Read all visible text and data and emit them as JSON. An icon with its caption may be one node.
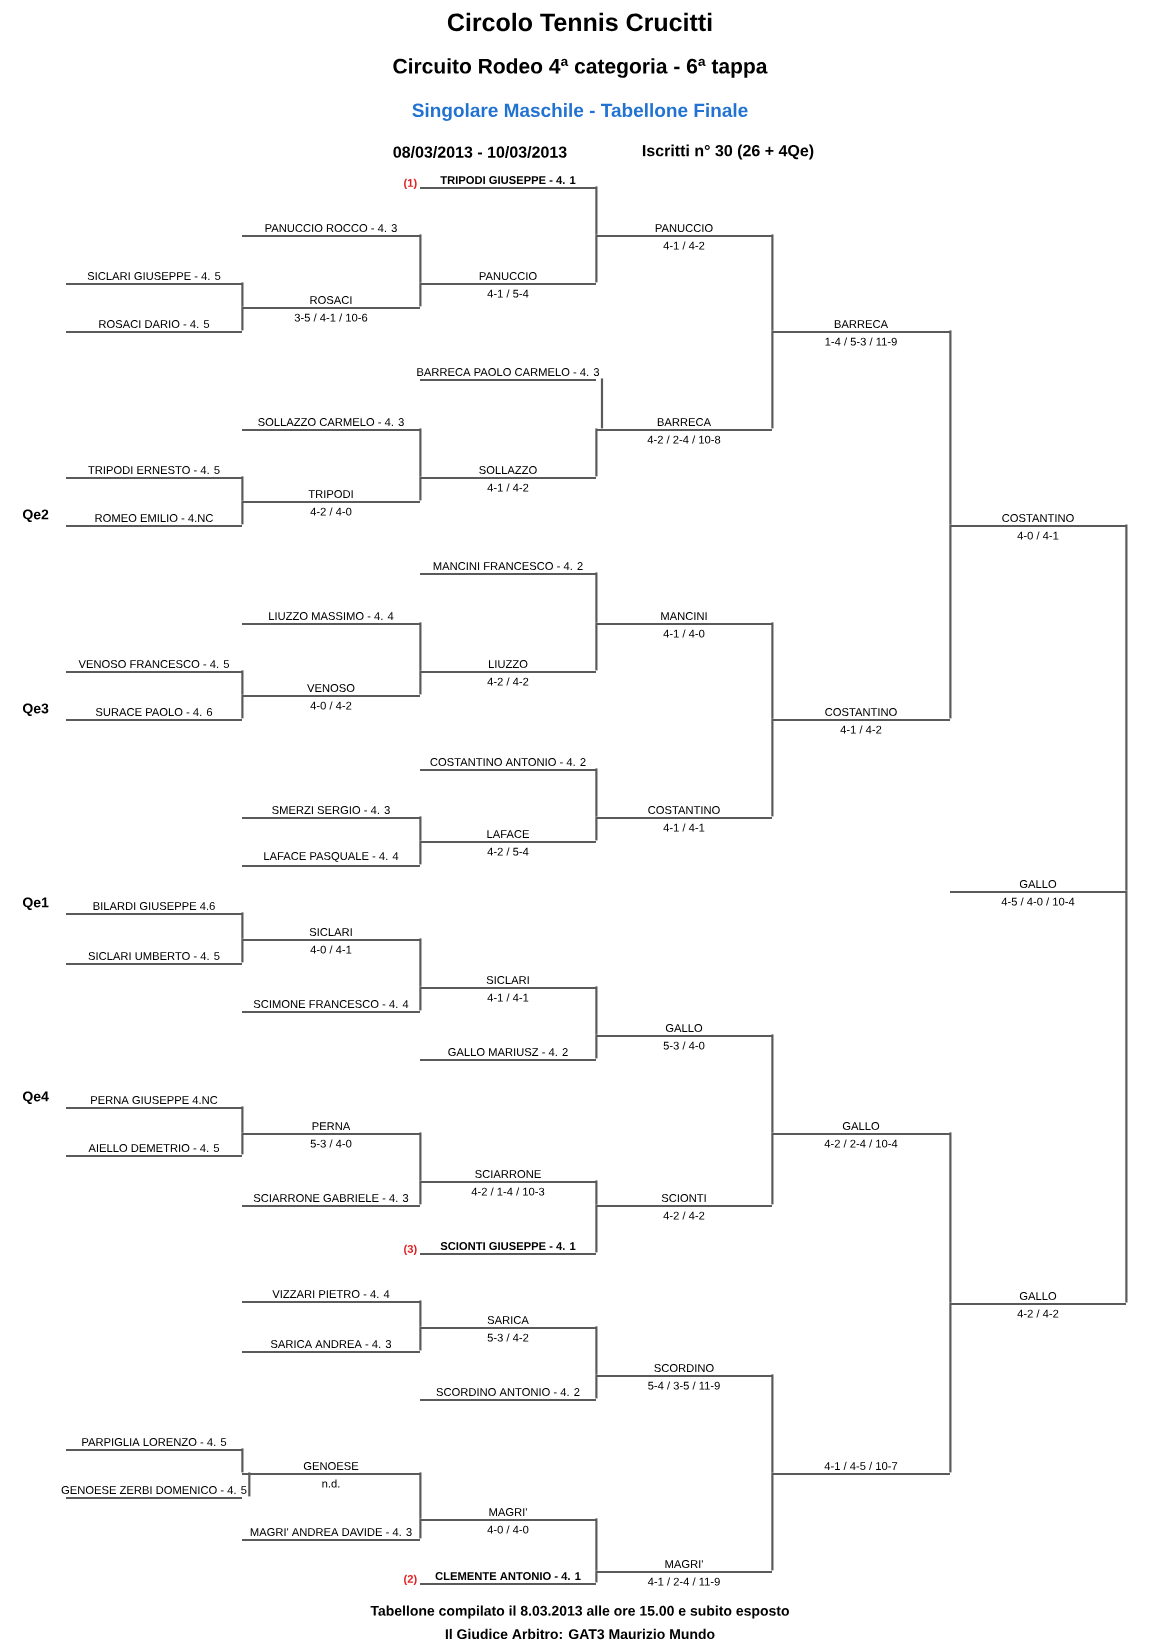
{
  "diagram": {
    "title": "Circolo Tennis Crucitti",
    "nodes": [
      {
        "text": [
          "TRIPODI GIUSEPPE - 4. 1"
        ],
        "beside": [
          "(1)"
        ]
      },
      {
        "text": [
          "PANUCCIO ROCCO - 4. 3"
        ]
      },
      {
        "text": [
          "PANUCCIO",
          "4-1 / 4-2"
        ]
      },
      {
        "text": [
          "SICLARI GIUSEPPE - 4. 5"
        ]
      },
      {
        "text": [
          "PANUCCIO",
          "4-1 / 5-4"
        ]
      },
      {
        "text": [
          "ROSACI",
          "3-5 / 4-1 / 10-6"
        ]
      },
      {
        "text": [
          "ROSACI DARIO - 4. 5"
        ]
      },
      {
        "text": [
          "BARRECA",
          "1-4 / 5-3 / 11-9"
        ]
      },
      {
        "text": [
          "BARRECA PAOLO CARMELO - 4. 3"
        ]
      },
      {
        "text": [
          "SOLLAZZO CARMELO - 4. 3"
        ]
      },
      {
        "text": [
          "BARRECA",
          "4-2 / 2-4 / 10-8"
        ]
      },
      {
        "text": [
          "TRIPODI ERNESTO - 4. 5"
        ]
      },
      {
        "text": [
          "SOLLAZZO",
          "4-1 / 4-2"
        ]
      },
      {
        "text": [
          "TRIPODI",
          "4-2 / 4-0"
        ]
      },
      {
        "text": [
          "ROMEO EMILIO - 4.NC"
        ],
        "beside": [
          "Qe2"
        ]
      },
      {
        "text": [
          "COSTANTINO",
          "4-0 / 4-1"
        ]
      },
      {
        "text": [
          "MANCINI FRANCESCO - 4. 2"
        ]
      },
      {
        "text": [
          "LIUZZO MASSIMO - 4. 4"
        ]
      },
      {
        "text": [
          "MANCINI",
          "4-1 / 4-0"
        ]
      },
      {
        "text": [
          "VENOSO FRANCESCO - 4. 5"
        ]
      },
      {
        "text": [
          "LIUZZO",
          "4-2 / 4-2"
        ]
      },
      {
        "text": [
          "VENOSO",
          "4-0 / 4-2"
        ]
      },
      {
        "text": [
          "SURACE PAOLO - 4. 6"
        ],
        "beside": [
          "Qe3"
        ]
      },
      {
        "text": [
          "COSTANTINO",
          "4-1 / 4-2"
        ]
      },
      {
        "text": [
          "COSTANTINO ANTONIO - 4. 2"
        ]
      },
      {
        "text": [
          "SMERZI SERGIO - 4. 3"
        ]
      },
      {
        "text": [
          "COSTANTINO",
          "4-1 / 4-1"
        ]
      },
      {
        "text": [
          "LAFACE",
          "4-2 / 5-4"
        ]
      },
      {
        "text": [
          "LAFACE PASQUALE - 4. 4"
        ]
      },
      {
        "text": [
          "GALLO",
          "4-5 / 4-0 / 10-4"
        ]
      },
      {
        "text": [
          "BILARDI GIUSEPPE 4.6"
        ],
        "beside": [
          "Qe1"
        ]
      },
      {
        "text": [
          "SICLARI",
          "4-0 / 4-1"
        ]
      },
      {
        "text": [
          "SICLARI UMBERTO - 4. 5"
        ]
      },
      {
        "text": [
          "SICLARI",
          "4-1 / 4-1"
        ]
      },
      {
        "text": [
          "SCIMONE FRANCESCO - 4. 4"
        ]
      },
      {
        "text": [
          "GALLO",
          "5-3 / 4-0"
        ]
      },
      {
        "text": [
          "GALLO MARIUSZ - 4. 2"
        ]
      },
      {
        "text": [
          "PERNA GIUSEPPE 4.NC"
        ],
        "beside": [
          "Qe4"
        ]
      },
      {
        "text": [
          "PERNA",
          "5-3 / 4-0"
        ]
      },
      {
        "text": [
          "GALLO",
          "4-2 / 2-4 / 10-4"
        ]
      },
      {
        "text": [
          "AIELLO DEMETRIO - 4. 5"
        ]
      },
      {
        "text": [
          "SCIARRONE",
          "4-2 / 1-4 / 10-3"
        ]
      },
      {
        "text": [
          "SCIARRONE GABRIELE - 4. 3"
        ]
      },
      {
        "text": [
          "SCIONTI",
          "4-2 / 4-2"
        ]
      },
      {
        "text": [
          "SCIONTI GIUSEPPE - 4. 1"
        ],
        "beside": [
          "(3)"
        ]
      },
      {
        "text": [
          "VIZZARI PIETRO - 4. 4"
        ]
      },
      {
        "text": [
          "GALLO",
          "4-2 / 4-2"
        ]
      },
      {
        "text": [
          "SARICA",
          "5-3 / 4-2"
        ]
      },
      {
        "text": [
          "SARICA ANDREA - 4. 3"
        ]
      },
      {
        "text": [
          "SCORDINO",
          "5-4 / 3-5 / 11-9"
        ]
      },
      {
        "text": [
          "SCORDINO ANTONIO - 4. 2"
        ]
      },
      {
        "text": [
          "PARPIGLIA LORENZO - 4. 5"
        ]
      },
      {
        "text": [
          "GENOESE",
          "n.d."
        ]
      },
      {
        "text": [
          "4-1 / 4-5 / 10-7"
        ]
      },
      {
        "text": [
          "GENOESE ZERBI DOMENICO - 4. 5"
        ]
      },
      {
        "text": [
          "MAGRI'",
          "4-0 / 4-0"
        ]
      },
      {
        "text": [
          "MAGRI' ANDREA DAVIDE - 4. 3"
        ]
      },
      {
        "text": [
          "MAGRI'",
          "4-1 / 2-4 / 11-9"
        ]
      },
      {
        "text": [
          "CLEMENTE ANTONIO - 4. 1"
        ],
        "beside": [
          "(2)"
        ]
      }
    ],
    "edges": [
      {
        "from": 3,
        "to": 5,
        "arrow": "none"
      },
      {
        "from": 6,
        "to": 5,
        "arrow": "none"
      },
      {
        "from": 11,
        "to": 13,
        "arrow": "none"
      },
      {
        "from": 14,
        "to": 13,
        "arrow": "none"
      },
      {
        "from": 19,
        "to": 21,
        "arrow": "none"
      },
      {
        "from": 22,
        "to": 21,
        "arrow": "none"
      },
      {
        "from": 30,
        "to": 31,
        "arrow": "none"
      },
      {
        "from": 32,
        "to": 31,
        "arrow": "none"
      },
      {
        "from": 37,
        "to": 38,
        "arrow": "none"
      },
      {
        "from": 40,
        "to": 38,
        "arrow": "none"
      },
      {
        "from": 51,
        "to": 52,
        "arrow": "none"
      },
      {
        "from": 54,
        "to": 52,
        "arrow": "none"
      },
      {
        "from": 1,
        "to": 4,
        "arrow": "none"
      },
      {
        "from": 5,
        "to": 4,
        "arrow": "none"
      },
      {
        "from": 9,
        "to": 12,
        "arrow": "none"
      },
      {
        "from": 13,
        "to": 12,
        "arrow": "none"
      },
      {
        "from": 17,
        "to": 20,
        "arrow": "none"
      },
      {
        "from": 21,
        "to": 20,
        "arrow": "none"
      },
      {
        "from": 25,
        "to": 27,
        "arrow": "none"
      },
      {
        "from": 28,
        "to": 27,
        "arrow": "none"
      },
      {
        "from": 31,
        "to": 33,
        "arrow": "none"
      },
      {
        "from": 34,
        "to": 33,
        "arrow": "none"
      },
      {
        "from": 38,
        "to": 41,
        "arrow": "none"
      },
      {
        "from": 42,
        "to": 41,
        "arrow": "none"
      },
      {
        "from": 45,
        "to": 47,
        "arrow": "none"
      },
      {
        "from": 48,
        "to": 47,
        "arrow": "none"
      },
      {
        "from": 52,
        "to": 55,
        "arrow": "none"
      },
      {
        "from": 56,
        "to": 55,
        "arrow": "none"
      },
      {
        "from": 0,
        "to": 2,
        "arrow": "none"
      },
      {
        "from": 4,
        "to": 2,
        "arrow": "none"
      },
      {
        "from": 8,
        "to": 10,
        "arrow": "none"
      },
      {
        "from": 12,
        "to": 10,
        "arrow": "none"
      },
      {
        "from": 16,
        "to": 18,
        "arrow": "none"
      },
      {
        "from": 20,
        "to": 18,
        "arrow": "none"
      },
      {
        "from": 24,
        "to": 26,
        "arrow": "none"
      },
      {
        "from": 27,
        "to": 26,
        "arrow": "none"
      },
      {
        "from": 33,
        "to": 35,
        "arrow": "none"
      },
      {
        "from": 36,
        "to": 35,
        "arrow": "none"
      },
      {
        "from": 41,
        "to": 43,
        "arrow": "none"
      },
      {
        "from": 44,
        "to": 43,
        "arrow": "none"
      },
      {
        "from": 47,
        "to": 49,
        "arrow": "none"
      },
      {
        "from": 50,
        "to": 49,
        "arrow": "none"
      },
      {
        "from": 55,
        "to": 57,
        "arrow": "none"
      },
      {
        "from": 58,
        "to": 57,
        "arrow": "none"
      },
      {
        "from": 2,
        "to": 7,
        "arrow": "none"
      },
      {
        "from": 10,
        "to": 7,
        "arrow": "none"
      },
      {
        "from": 18,
        "to": 23,
        "arrow": "none"
      },
      {
        "from": 26,
        "to": 23,
        "arrow": "none"
      },
      {
        "from": 35,
        "to": 39,
        "arrow": "none"
      },
      {
        "from": 43,
        "to": 39,
        "arrow": "none"
      },
      {
        "from": 49,
        "to": 53,
        "arrow": "none"
      },
      {
        "from": 57,
        "to": 53,
        "arrow": "none"
      },
      {
        "from": 7,
        "to": 15,
        "arrow": "none"
      },
      {
        "from": 23,
        "to": 15,
        "arrow": "none"
      },
      {
        "from": 39,
        "to": 46,
        "arrow": "none"
      },
      {
        "from": 53,
        "to": 46,
        "arrow": "none"
      },
      {
        "from": 15,
        "to": 29,
        "arrow": "none"
      },
      {
        "from": 46,
        "to": 29,
        "arrow": "none"
      }
    ],
    "labels": [
      "Circuito Rodeo 4ª categoria - 6ª tappa",
      "Singolare Maschile - Tabellone Finale",
      "08/03/2013 - 10/03/2013",
      "Iscritti n° 30 (26 + 4Qe)",
      "Tabellone compilato il 8.03.2013 alle ore 15.00 e subito esposto",
      "Il Giudice Arbitro: GAT3 Maurizio Mundo"
    ]
  }
}
